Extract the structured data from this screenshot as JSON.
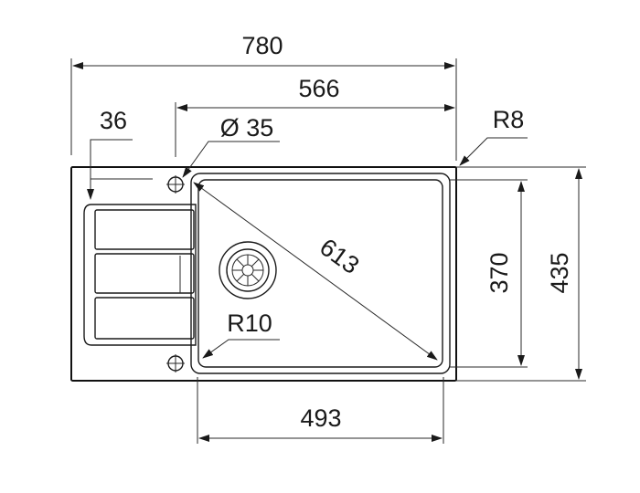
{
  "drawing": {
    "dimensions": {
      "overall_width": "780",
      "hole_to_edge_width": "566",
      "hole_offset": "36",
      "hole_diameter": "Ø 35",
      "corner_radius_outer": "R8",
      "bowl_diagonal": "613",
      "bowl_height": "370",
      "overall_depth": "435",
      "corner_radius_bowl": "R10",
      "bowl_width": "493"
    },
    "colors": {
      "line": "#1a1a1a",
      "background": "#ffffff"
    }
  }
}
